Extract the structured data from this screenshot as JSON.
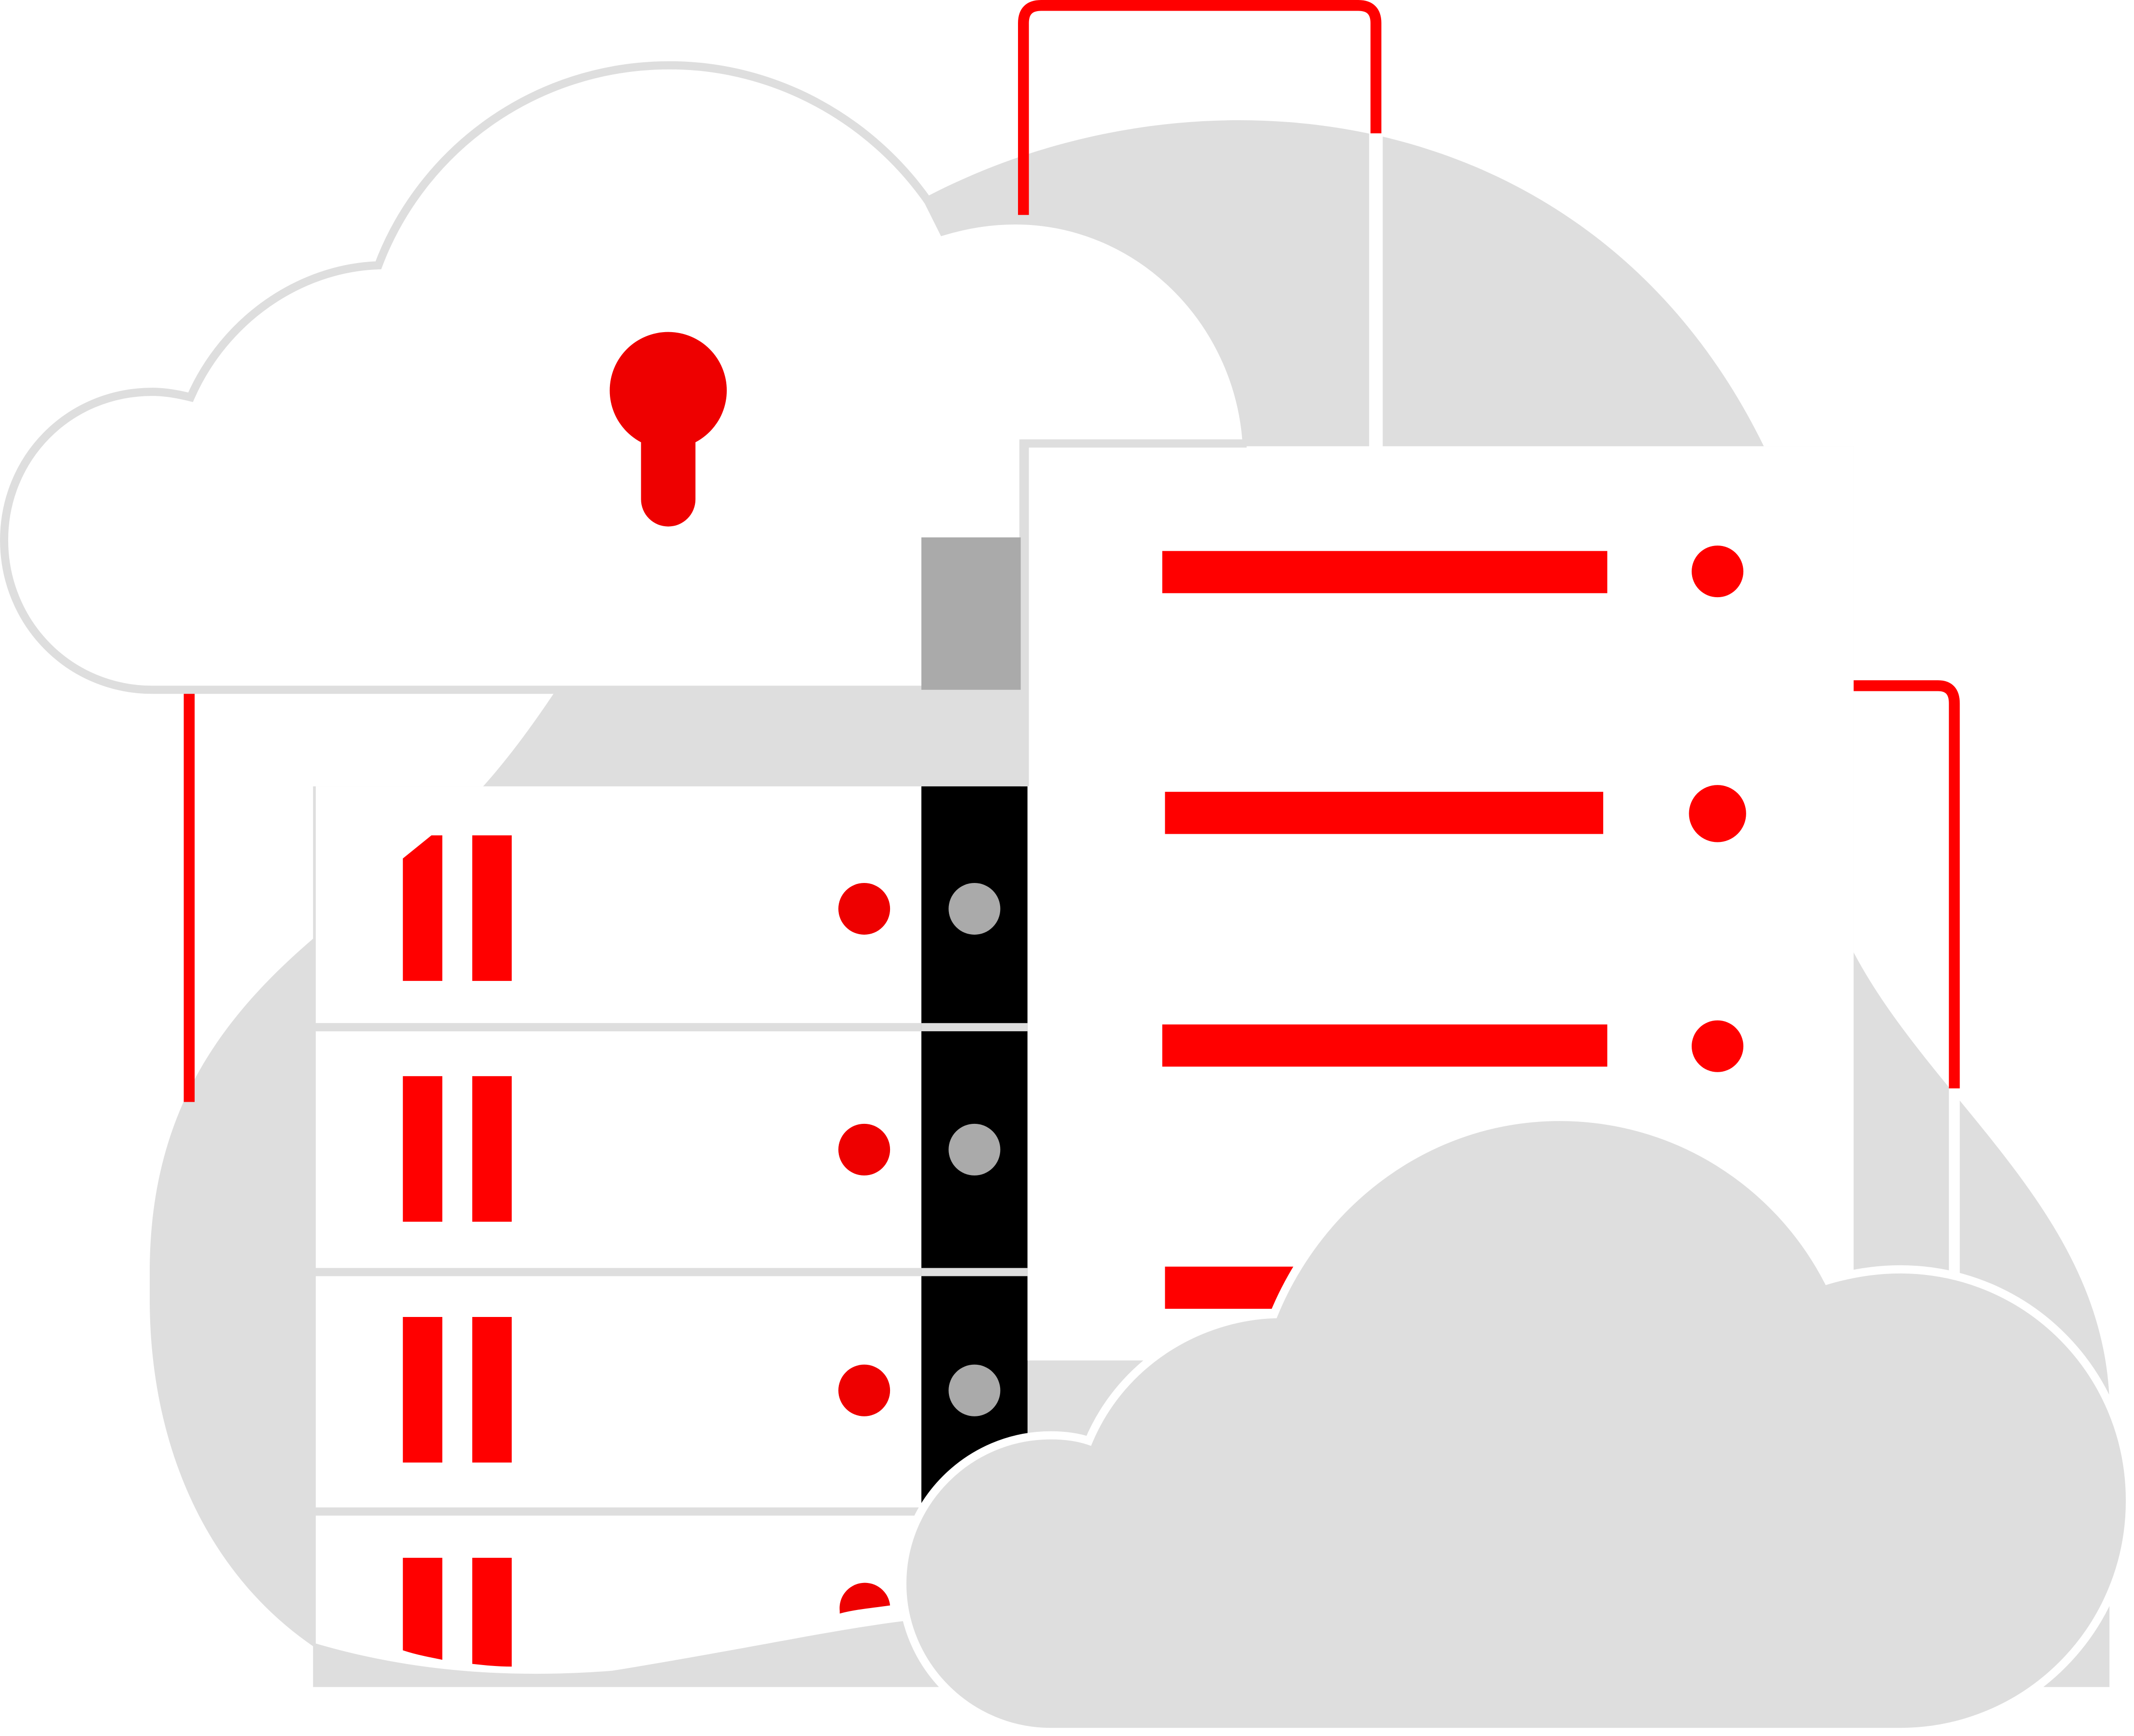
{
  "illustration": {
    "subject": "cloud-server-security",
    "colors": {
      "accent_red": "#ff0000",
      "keyhole_red": "#ee0000",
      "light_gray": "#dedede",
      "mid_gray": "#aaaaaa",
      "black": "#000000",
      "white": "#ffffff"
    },
    "icons": [
      "cloud-icon",
      "keyhole-icon",
      "server-rack-icon",
      "server-list-icon"
    ],
    "server_rows": 4,
    "panel_rows": 4
  }
}
